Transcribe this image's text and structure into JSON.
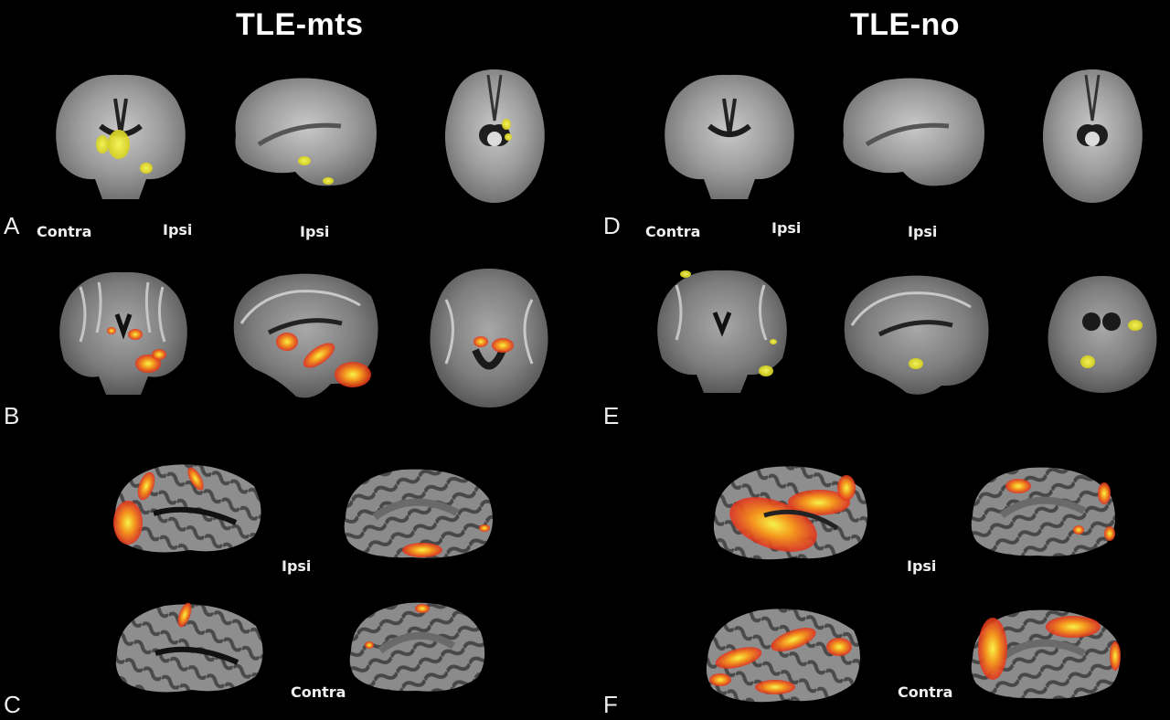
{
  "titles": {
    "left": "TLE-mts",
    "right": "TLE-no"
  },
  "panels": {
    "a": "A",
    "b": "B",
    "c": "C",
    "d": "D",
    "e": "E",
    "f": "F"
  },
  "side_labels": {
    "contra": "Contra",
    "ipsi": "Ipsi"
  },
  "colors": {
    "background": "#000000",
    "activation_low": "#e8341c",
    "activation_high": "#f2ef3a",
    "brain": "#9a9a9a",
    "cortex_gyri": "#8c8c8c",
    "cortex_sulci": "#4a4a4a"
  }
}
